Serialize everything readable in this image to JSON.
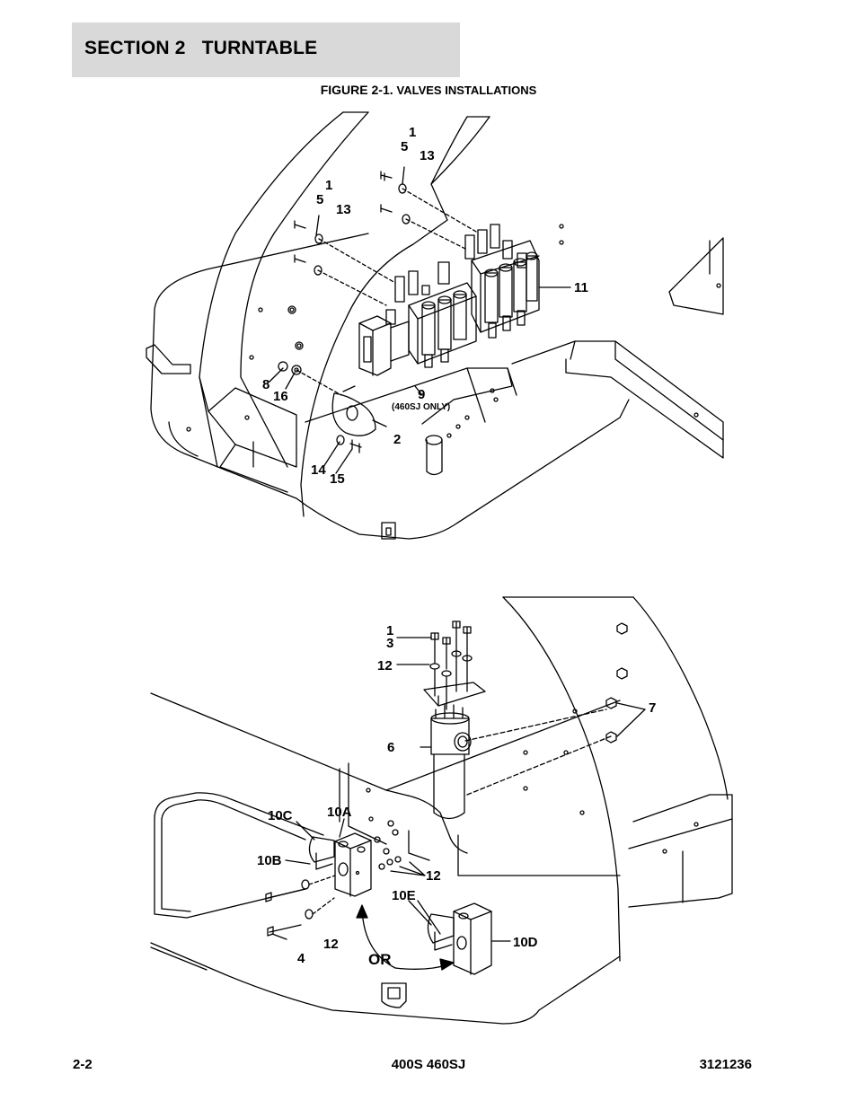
{
  "header": {
    "section_title": "SECTION 2   TURNTABLE"
  },
  "figure": {
    "number": "FIGURE 2-1.",
    "title": "VALVES INSTALLATIONS"
  },
  "top_drawing": {
    "callouts": {
      "c1a": "1",
      "c5a": "5",
      "c13a": "13",
      "c1b": "1",
      "c5b": "5",
      "c13b": "13",
      "c11": "11",
      "c8": "8",
      "c16": "16",
      "c9": "9",
      "c9_note": "(460SJ ONLY)",
      "c2": "2",
      "c14": "14",
      "c15": "15"
    }
  },
  "bottom_drawing": {
    "callouts": {
      "c1": "1",
      "c3": "3",
      "c12a": "12",
      "c6": "6",
      "c7": "7",
      "c10c": "10C",
      "c10a": "10A",
      "c10b": "10B",
      "c12b": "12",
      "c10e": "10E",
      "c12c": "12",
      "c4": "4",
      "c10d": "10D",
      "or": "OR"
    }
  },
  "footer": {
    "page": "2-2",
    "model": "400S 460SJ",
    "doc_number": "3121236"
  }
}
